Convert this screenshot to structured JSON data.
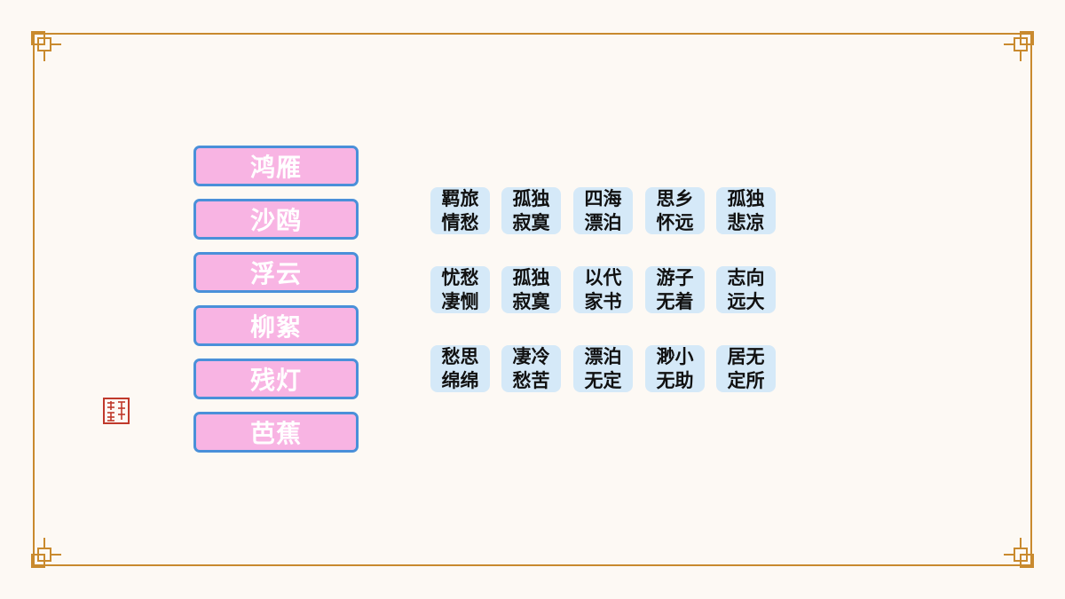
{
  "terms": [
    "鸿雁",
    "沙鸥",
    "浮云",
    "柳絮",
    "残灯",
    "芭蕉"
  ],
  "cards": [
    [
      "羁旅",
      "情愁"
    ],
    [
      "孤独",
      "寂寞"
    ],
    [
      "四海",
      "漂泊"
    ],
    [
      "思乡",
      "怀远"
    ],
    [
      "孤独",
      "悲凉"
    ],
    [
      "忧愁",
      "凄恻"
    ],
    [
      "孤独",
      "寂寞"
    ],
    [
      "以代",
      "家书"
    ],
    [
      "游子",
      "无着"
    ],
    [
      "志向",
      "远大"
    ],
    [
      "愁思",
      "绵绵"
    ],
    [
      "凄冷",
      "愁苦"
    ],
    [
      "漂泊",
      "无定"
    ],
    [
      "渺小",
      "无助"
    ],
    [
      "居无",
      "定所"
    ]
  ],
  "colors": {
    "frame": "#c98a2e",
    "term_fill": "#f8b4e3",
    "term_border": "#4a90d9",
    "card_fill": "#d5e9f8",
    "seal": "#c0392b"
  },
  "icons": {
    "corner": "fret-corner-ornament",
    "seal": "red-seal-stamp"
  }
}
